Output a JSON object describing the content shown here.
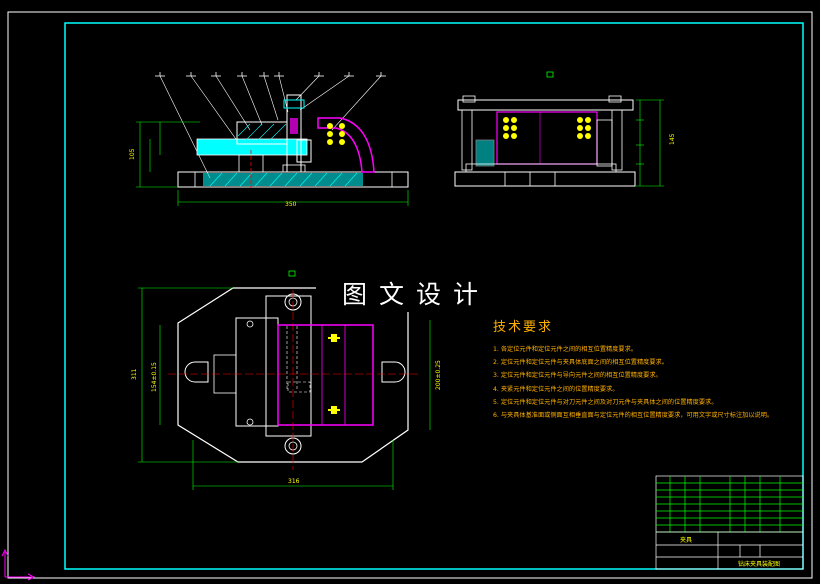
{
  "watermark": "图文设计",
  "tech_requirements": {
    "title": "技术要求",
    "items": [
      "1. 各定位元件和定位元件之间的相互位置精度要求。",
      "2. 定位元件和定位元件与夹具体底面之间的相互位置精度要求。",
      "3. 定位元件和定位元件与导向元件之间的相互位置精度要求。",
      "4. 夹紧元件和定位元件之间的位置精度要求。",
      "5. 定位元件和定位元件与对刀元件之间及对刀元件与夹具体之间的位置精度要求。",
      "6. 与夹具体基准面或侧面互相垂直面与定位元件的相互位置精度要求，可用文字或尺寸标注加以说明。"
    ]
  },
  "dimensions": {
    "front_height": "105",
    "front_width": "350",
    "side_height": "145",
    "top_left": "311",
    "top_left_inner": "154±0.15",
    "top_right": "200±0.25",
    "top_bottom": "316"
  },
  "title_block": {
    "name": "钻床夹具装配图",
    "label": "夹具"
  },
  "colors": {
    "border": "#00ffff",
    "drawing": "#ffffff",
    "part_magenta": "#ff00ff",
    "part_cyan": "#00ffff",
    "part_yellow": "#ffff00",
    "dimension": "#00ff00",
    "text": "#ffb000"
  }
}
